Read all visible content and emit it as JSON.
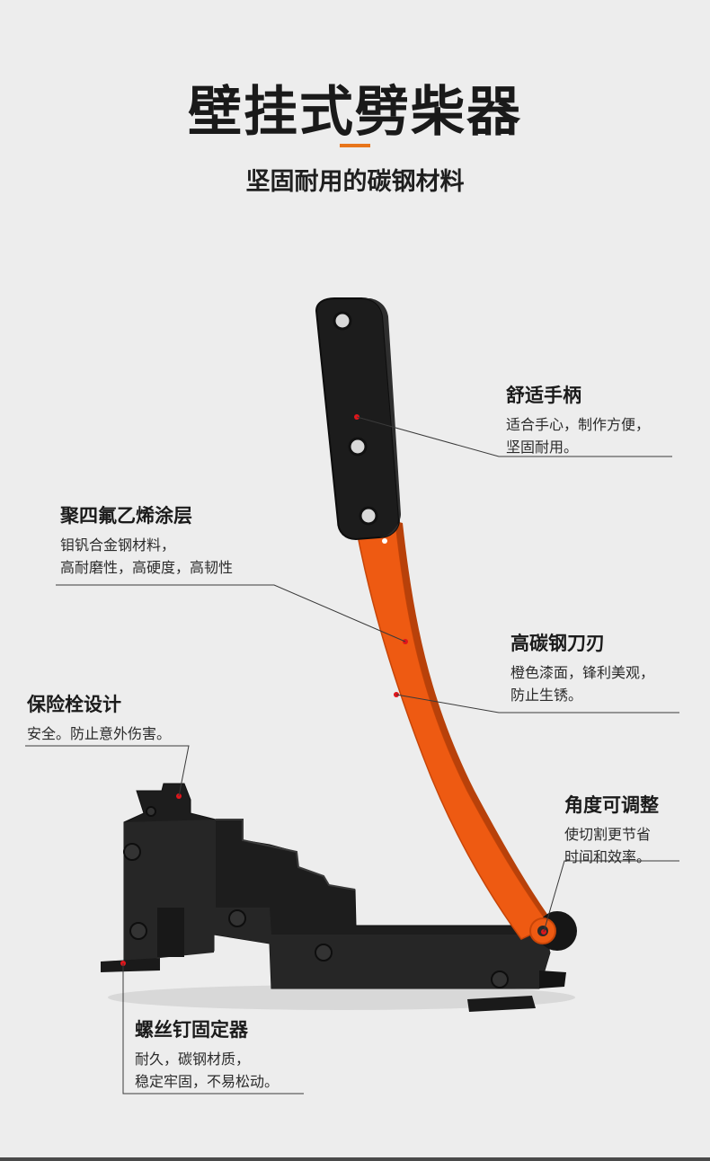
{
  "page": {
    "title": "壁挂式劈柴器",
    "subtitle": "坚固耐用的碳钢材料"
  },
  "callouts": {
    "handle": {
      "title": "舒适手柄",
      "line1": "适合手心，制作方便，",
      "line2": "坚固耐用。"
    },
    "coating": {
      "title": "聚四氟乙烯涂层",
      "line1": "钼钒合金钢材料，",
      "line2": "高耐磨性，高硬度，高韧性"
    },
    "blade": {
      "title": "高碳钢刀刃",
      "line1": "橙色漆面，锋利美观，",
      "line2": "防止生锈。"
    },
    "pin": {
      "title": "保险栓设计",
      "line1": "安全。防止意外伤害。"
    },
    "angle": {
      "title": "角度可调整",
      "line1": "使切割更节省",
      "line2": "时间和效率。"
    },
    "screw": {
      "title": "螺丝钉固定器",
      "line1": "耐久，碳钢材质，",
      "line2": "稳定牢固，不易松动。"
    }
  },
  "colors": {
    "accent": "#e8751a",
    "blade": "#ee5a12",
    "steel": "#1c1c1c",
    "marker": "#e0151b"
  }
}
